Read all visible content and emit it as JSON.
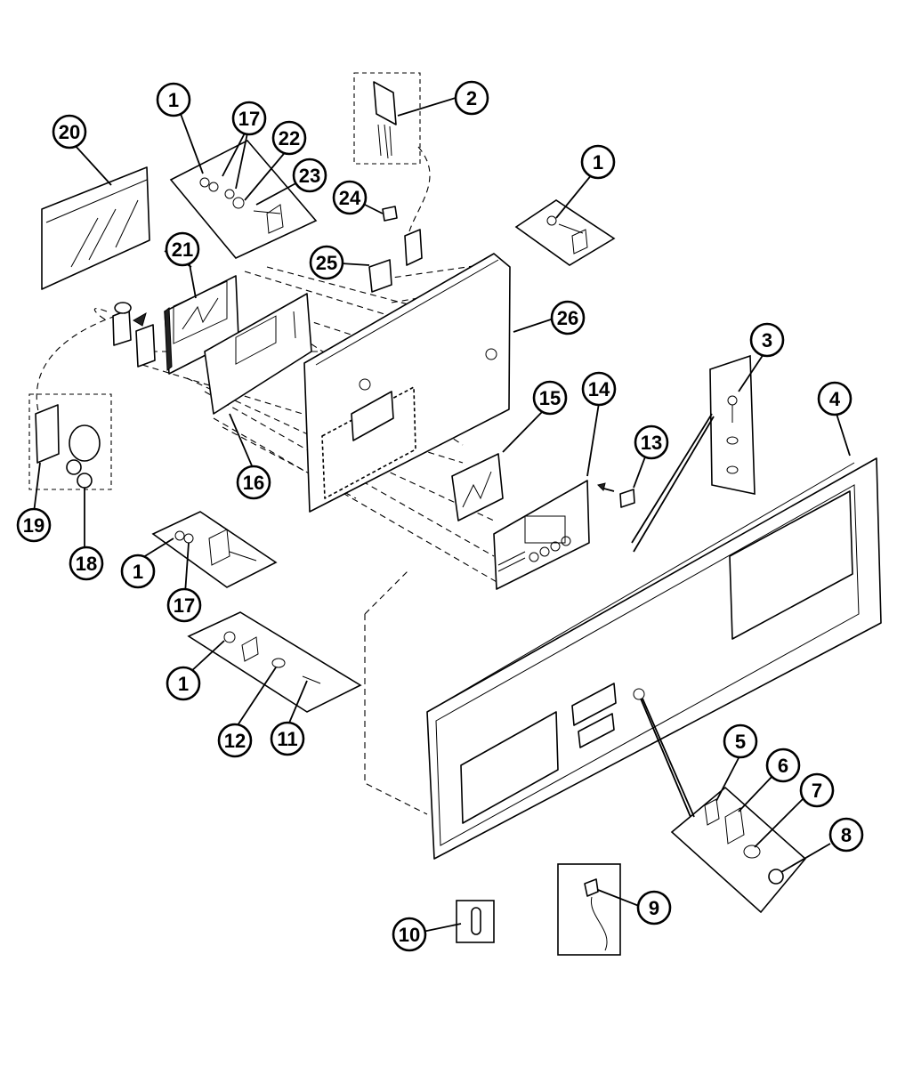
{
  "diagram": {
    "callouts": [
      {
        "label": "1"
      },
      {
        "label": "2"
      },
      {
        "label": "1"
      },
      {
        "label": "3"
      },
      {
        "label": "4"
      },
      {
        "label": "5"
      },
      {
        "label": "6"
      },
      {
        "label": "7"
      },
      {
        "label": "8"
      },
      {
        "label": "9"
      },
      {
        "label": "10"
      },
      {
        "label": "11"
      },
      {
        "label": "12"
      },
      {
        "label": "1"
      },
      {
        "label": "13"
      },
      {
        "label": "14"
      },
      {
        "label": "15"
      },
      {
        "label": "16"
      },
      {
        "label": "17"
      },
      {
        "label": "17"
      },
      {
        "label": "1"
      },
      {
        "label": "18"
      },
      {
        "label": "19"
      },
      {
        "label": "20"
      },
      {
        "label": "21"
      },
      {
        "label": "22"
      },
      {
        "label": "23"
      },
      {
        "label": "24"
      },
      {
        "label": "25"
      },
      {
        "label": "26"
      }
    ]
  }
}
